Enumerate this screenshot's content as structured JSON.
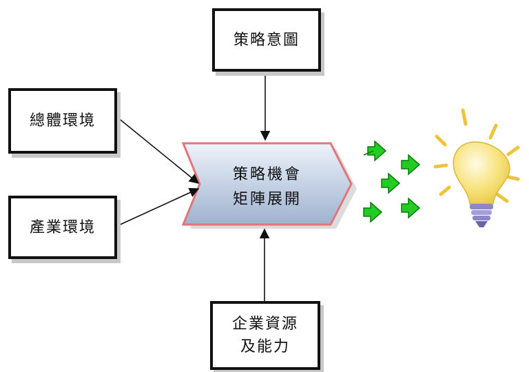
{
  "nodes": {
    "strategic_intent": "策略意圖",
    "general_environment": "總體環境",
    "industry_environment": "產業環境",
    "enterprise_resources": [
      "企業資源",
      "及能力"
    ],
    "center": [
      "策略機會",
      "矩陣展開"
    ]
  },
  "colors": {
    "center_fill_top": "#eef3fb",
    "center_fill_bottom": "#9eb2cf",
    "center_border": "#e3757a",
    "arrow_green": "#22cc22",
    "bulb_yellow": "#f7e27a",
    "bulb_rays": "#f0c43a",
    "bulb_base": "#8d86c9"
  },
  "icons": [
    "green-arrow-icon",
    "lightbulb-icon"
  ]
}
